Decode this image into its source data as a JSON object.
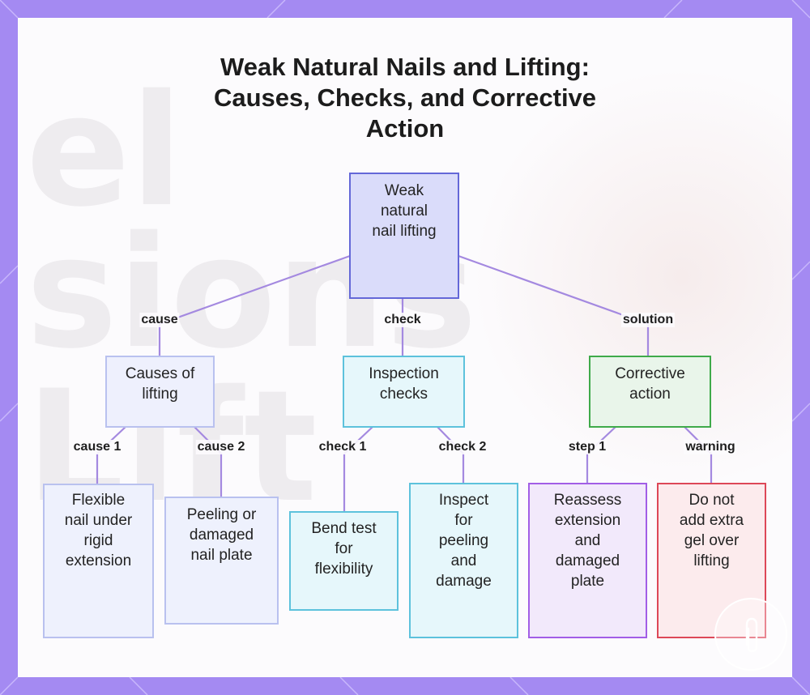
{
  "title_lines": [
    "Weak Natural Nails and Lifting:",
    "Causes, Checks, and Corrective",
    "Action"
  ],
  "watermark_lines": [
    "el",
    "sions Lift"
  ],
  "nodes": {
    "root": [
      "Weak",
      "natural",
      "nail lifting"
    ],
    "causes": [
      "Causes of",
      "lifting"
    ],
    "inspection": [
      "Inspection",
      "checks"
    ],
    "corrective": [
      "Corrective",
      "action"
    ],
    "flexible": [
      "Flexible",
      "nail under",
      "rigid",
      "extension"
    ],
    "peeling": [
      "Peeling or",
      "damaged",
      "nail plate"
    ],
    "bend": [
      "Bend test",
      "for",
      "flexibility"
    ],
    "inspect": [
      "Inspect",
      "for",
      "peeling",
      "and",
      "damage"
    ],
    "reassess": [
      "Reassess",
      "extension",
      "and",
      "damaged",
      "plate"
    ],
    "donot": [
      "Do not",
      "add extra",
      "gel over",
      "lifting"
    ]
  },
  "edge_labels": {
    "cause": "cause",
    "check": "check",
    "solution": "solution",
    "cause1": "cause 1",
    "cause2": "cause 2",
    "check1": "check 1",
    "check2": "check 2",
    "step1": "step 1",
    "warning": "warning"
  },
  "colors": {
    "background": "#a48af2",
    "edge": "#a489e0",
    "blue_border": "#6468d8",
    "light_blue_border": "#a9b5ee",
    "cyan_border": "#5dc2dc",
    "green_border": "#3faa4a",
    "purple_border": "#a25ee6",
    "red_border": "#dd4858"
  }
}
